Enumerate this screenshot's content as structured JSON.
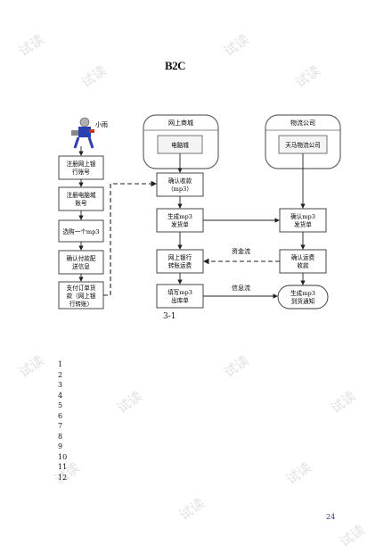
{
  "title": "B2C",
  "watermark": "试读",
  "customer": {
    "name": "小雨",
    "steps": [
      {
        "l1": "注册网上银",
        "l2": "行账号"
      },
      {
        "l1": "注册电脑城",
        "l2": "账号"
      },
      {
        "l1": "选购一个mp3"
      },
      {
        "l1": "确认付款配",
        "l2": "送信息"
      },
      {
        "l1": "支付订单货",
        "l2": "款（网上银",
        "l3": "行转账）"
      }
    ]
  },
  "lanes": {
    "mall": {
      "title": "网上商城",
      "store": "电脑城"
    },
    "logistics": {
      "title": "物流公司",
      "company": "天马物流公司"
    }
  },
  "mall_steps": [
    {
      "l1": "确认收款",
      "l2": "（mp3）"
    },
    {
      "l1": "生成mp3",
      "l2": "发货单"
    },
    {
      "l1": "网上银行",
      "l2": "转账运费"
    },
    {
      "l1": "填写mp3",
      "l2": "出库单"
    }
  ],
  "logistics_steps": [
    {
      "l1": "确认mp3",
      "l2": "发货单"
    },
    {
      "l1": "确认运费",
      "l2": "收款"
    },
    {
      "l1": "生成mp3",
      "l2": "到货通知"
    }
  ],
  "flows": {
    "money": "资金流",
    "info": "信息流"
  },
  "figure_label": "3-1",
  "line_numbers": [
    "1",
    "2",
    "3",
    "4",
    "5",
    "6",
    "7",
    "8",
    "9",
    "10",
    "11",
    "12"
  ],
  "page_number": "24"
}
